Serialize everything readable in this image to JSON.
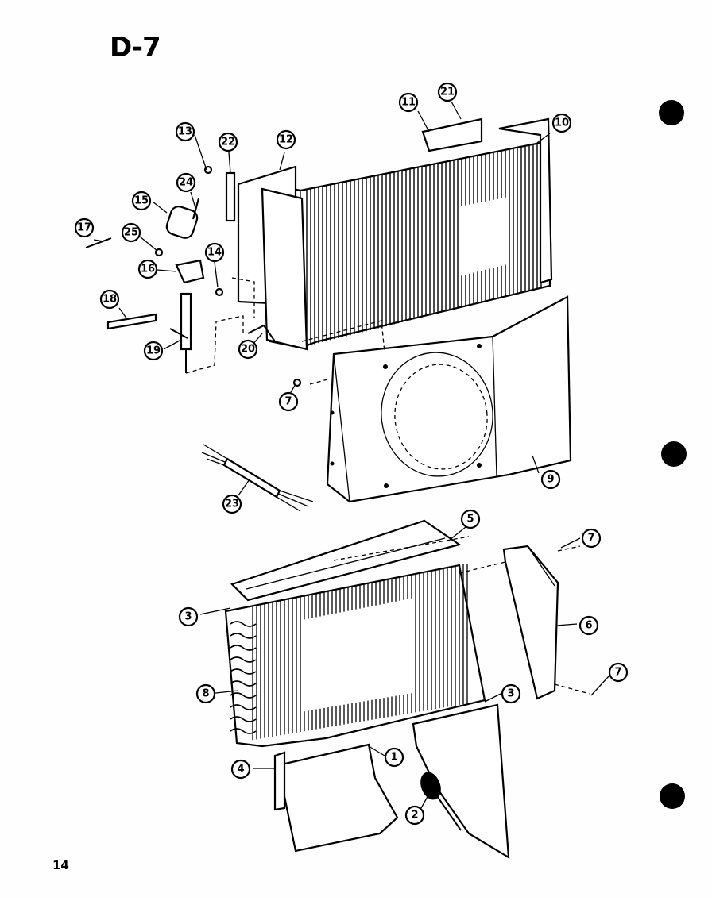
{
  "diagram": {
    "title": "D-7",
    "page_number": "14",
    "callouts": [
      "13",
      "22",
      "12",
      "11",
      "21",
      "10",
      "24",
      "15",
      "17",
      "25",
      "14",
      "16",
      "18",
      "19",
      "20",
      "7",
      "9",
      "23",
      "5",
      "7",
      "3",
      "6",
      "8",
      "7",
      "3",
      "4",
      "1",
      "2"
    ]
  }
}
